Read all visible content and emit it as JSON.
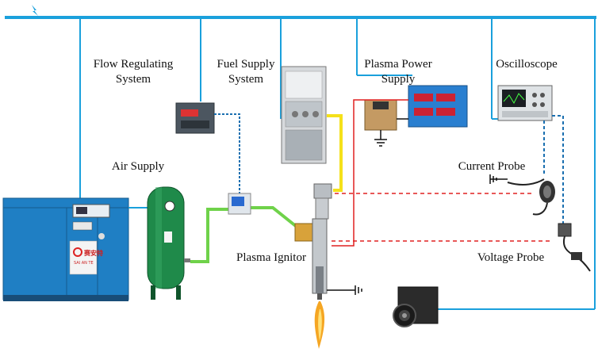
{
  "labels": {
    "flow_regulating_line1": "Flow Regulating",
    "flow_regulating_line2": "System",
    "fuel_supply_line1": "Fuel Supply",
    "fuel_supply_line2": "System",
    "plasma_power_line1": "Plasma Power",
    "plasma_power_line2": "Supply",
    "oscilloscope": "Oscilloscope",
    "air_supply": "Air Supply",
    "current_probe": "Current Probe",
    "plasma_ignitor": "Plasma Ignitor",
    "voltage_probe": "Voltage Probe"
  },
  "equipment_text": {
    "compressor_brand_cn": "赛安特",
    "compressor_brand_en": "SAI AN TE"
  },
  "colors": {
    "power_bus": "#1aa0dc",
    "air_line": "#6fd24a",
    "fuel_line": "#f5e11a",
    "electric_line": "#e02020",
    "signal_line": "#1a6fb0",
    "compressor_body": "#1f7fc4",
    "tank_body": "#1f8a4a"
  }
}
